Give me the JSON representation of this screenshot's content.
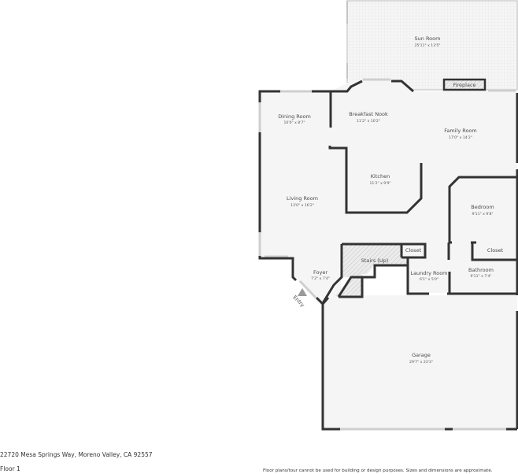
{
  "plan": {
    "address": "22720 Mesa Springs Way, Moreno Valley, CA 92557",
    "floor": "Floor 1",
    "disclaimer": "Floor plans/tour cannot be used for building or design purposes. Sizes and dimensions are approximate.",
    "colors": {
      "wall": "#333333",
      "floor_fill": "#f4f4f4",
      "window": "#cfcfcf",
      "hatch": "#bdbdbd"
    },
    "rooms": {
      "sun_room": {
        "label": "Sun Room",
        "dims": "25'11\" x 13'5\""
      },
      "fireplace": {
        "label": "Fireplace"
      },
      "dining_room": {
        "label": "Dining Room",
        "dims": "10'6\" x 8'7\""
      },
      "breakfast_nook": {
        "label": "Breakfast Nook",
        "dims": "11'2\" x 10'2\""
      },
      "family_room": {
        "label": "Family Room",
        "dims": "17'0\" x 14'2\""
      },
      "kitchen": {
        "label": "Kitchen",
        "dims": "11'2\" x 9'9\""
      },
      "living_room": {
        "label": "Living Room",
        "dims": "13'0\" x 16'2\""
      },
      "bedroom": {
        "label": "Bedroom",
        "dims": "9'11\" x 9'8\""
      },
      "stairs": {
        "label": "Stairs (Up)"
      },
      "closet_1": {
        "label": "Closet"
      },
      "closet_2": {
        "label": "Closet"
      },
      "laundry_room": {
        "label": "Laundry Room",
        "dims": "6'1\" x 5'0\""
      },
      "bathroom": {
        "label": "Bathroom",
        "dims": "9'11\" x 7'4\""
      },
      "foyer": {
        "label": "Foyer",
        "dims": "7'2\" x 7'4\""
      },
      "entry": {
        "label": "Entry"
      },
      "garage": {
        "label": "Garage",
        "dims": "29'7\" x 23'3\""
      }
    }
  }
}
